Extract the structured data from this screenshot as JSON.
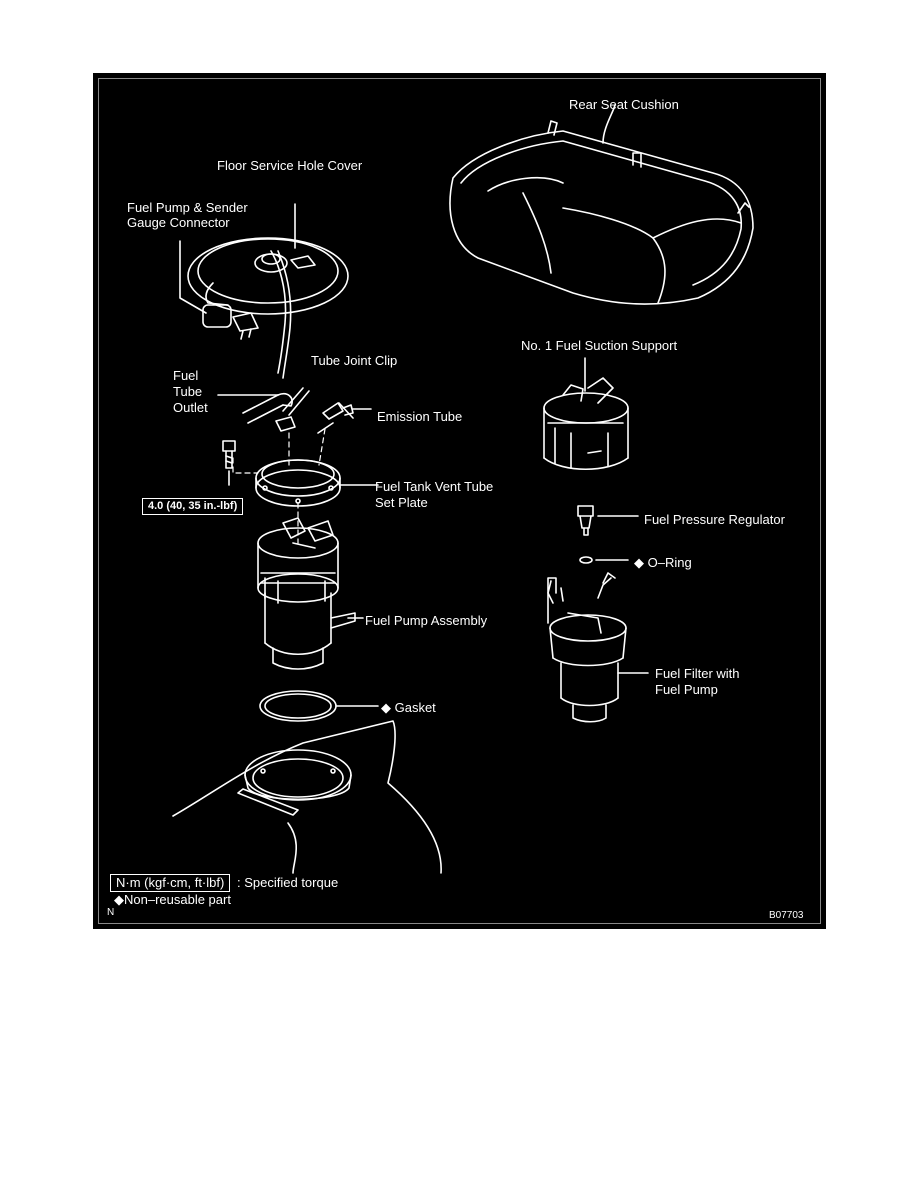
{
  "labels": {
    "rear_seat_cushion": "Rear Seat Cushion",
    "floor_service_hole_cover": "Floor Service Hole Cover",
    "fuel_pump_sender_line1": "Fuel Pump & Sender",
    "fuel_pump_sender_line2": "Gauge Connector",
    "no1_fuel_suction_support": "No. 1 Fuel Suction Support",
    "tube_joint_clip": "Tube Joint Clip",
    "fuel_tube_outlet_line1": "Fuel",
    "fuel_tube_outlet_line2": "Tube",
    "fuel_tube_outlet_line3": "Outlet",
    "emission_tube": "Emission Tube",
    "vent_tube_plate_line1": "Fuel Tank Vent Tube",
    "vent_tube_plate_line2": "Set Plate",
    "fuel_pressure_regulator": "Fuel Pressure Regulator",
    "o_ring": "◆ O–Ring",
    "fuel_pump_assembly": "Fuel Pump Assembly",
    "fuel_filter_line1": "Fuel Filter with",
    "fuel_filter_line2": "Fuel Pump",
    "gasket": "◆ Gasket"
  },
  "torque": "4.0 (40, 35 in.-lbf)",
  "legend": {
    "torque_units": "N·m (kgf·cm, ft·lbf)",
    "torque_text": ": Specified torque",
    "non_reusable": "◆Non–reusable part",
    "corner_letter": "N"
  },
  "figure_code": "B07703",
  "colors": {
    "background": "#000000",
    "line": "#ffffff"
  }
}
